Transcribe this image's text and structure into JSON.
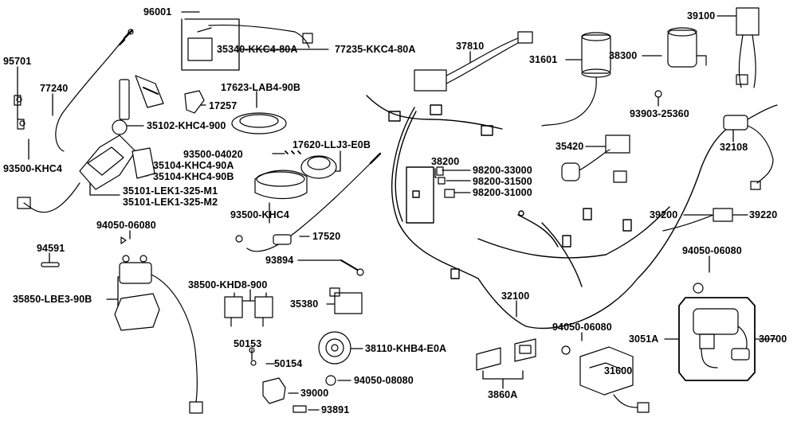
{
  "labels": {
    "p96001": "96001",
    "p35340": "35340-KKC4-80A",
    "p77235": "77235-KKC4-80A",
    "p95701": "95701",
    "p77240": "77240",
    "p93500_khc4_a": "93500-KHC4",
    "p35102": "35102-KHC4-900",
    "p17257": "17257",
    "p17623": "17623-LAB4-90B",
    "p17620": "17620-LLJ3-E0B",
    "p93500_04020": "93500-04020",
    "p35104_a": "35104-KHC4-90A",
    "p35104_b": "35104-KHC4-90B",
    "p35101_m1": "35101-LEK1-325-M1",
    "p35101_m2": "35101-LEK1-325-M2",
    "p93500_khc4_b": "93500-KHC4",
    "p17520": "17520",
    "p94050_06080_a": "94050-06080",
    "p94591": "94591",
    "p35850": "35850-LBE3-90B",
    "p38500": "38500-KHD8-900",
    "p93894": "93894",
    "p35380": "35380",
    "p50153": "50153",
    "p50154": "50154",
    "p38110": "38110-KHB4-E0A",
    "p94050_08080": "94050-08080",
    "p39000": "39000",
    "p93891": "93891",
    "p37810": "37810",
    "p31601": "31601",
    "p38200": "38200",
    "p98200_33000": "98200-33000",
    "p98200_31500": "98200-31500",
    "p98200_31000": "98200-31000",
    "p35420": "35420",
    "p32100": "32100",
    "p3860a": "3860A",
    "p94050_06080_b": "94050-06080",
    "p31600": "31600",
    "p39100": "39100",
    "p38300": "38300",
    "p93903": "93903-25360",
    "p32108": "32108",
    "p39200": "39200",
    "p39220": "39220",
    "p94050_06080_c": "94050-06080",
    "p3051a": "3051A",
    "p30700": "30700"
  }
}
